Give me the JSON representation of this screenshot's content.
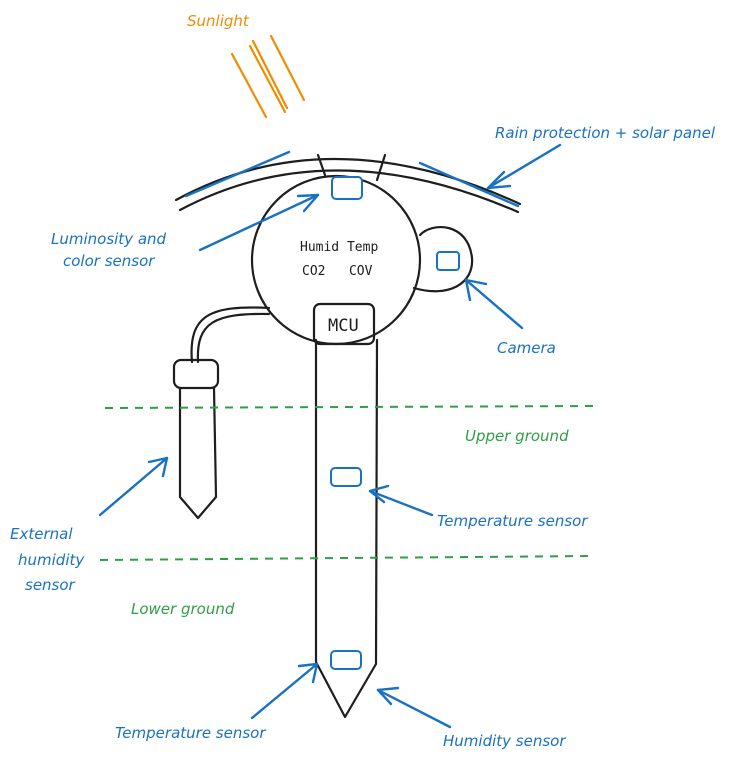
{
  "colors": {
    "label_blue": "#1971c2",
    "sunlight_orange": "#f08c00",
    "ground_green": "#2f9e44",
    "sketch_stroke": "#1e1e1e"
  },
  "sunlight": "Sunlight",
  "labels": {
    "rain_protection": "Rain protection + solar panel",
    "luminosity_line1": "Luminosity and",
    "luminosity_line2": "color sensor",
    "camera": "Camera",
    "upper_ground": "Upper ground",
    "temperature_upper": "Temperature sensor",
    "external_line1": "External",
    "external_line2": "humidity",
    "external_line3": "sensor",
    "lower_ground": "Lower ground",
    "temperature_lower": "Temperature sensor",
    "humidity_sensor": "Humidity sensor"
  },
  "body": {
    "humid_temp": "Humid Temp",
    "co2_cov": "CO2   COV",
    "mcu": "MCU"
  }
}
